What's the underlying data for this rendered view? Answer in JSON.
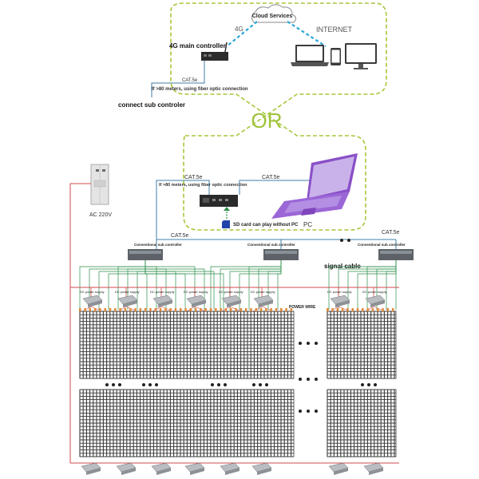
{
  "top_panel": {
    "cloud_label": "Cloud Services",
    "link_4g_label": "4G",
    "internet_label": "INTERNET",
    "main_controller_label": "4G main controller",
    "cable_label": "CAT.5e",
    "fiber_note": "If >80 meters, using fiber optic connection",
    "sub_controller_label": "connect sub controler"
  },
  "or_label": "OR",
  "middle_panel": {
    "cable_label_left": "CAT.5e",
    "cable_label_right": "CAT.5e",
    "fiber_note": "If >80 meters, using fiber optic connection",
    "sd_note": "SD card can play without PC",
    "pc_label": "PC"
  },
  "power_cabinet_label": "AC 220V",
  "distribution": {
    "cable_label_left": "CAT.5e",
    "cable_label_right": "CAT.5e",
    "sub_controller_label": "Conventional sub controller",
    "signal_cable_label": "signal cable",
    "power_wire_label": "POWER WIRE",
    "dc_supply_label": "DC power supply"
  },
  "colors": {
    "dashed_border": "#a6c73a",
    "or_text": "#9ec23b",
    "internet_link": "#2aa7d9",
    "cat5_line": "#3f7fa8",
    "signal_green": "#2c8f4a",
    "power_red": "#d24b4b",
    "grid_dark": "#3a3a3a"
  }
}
